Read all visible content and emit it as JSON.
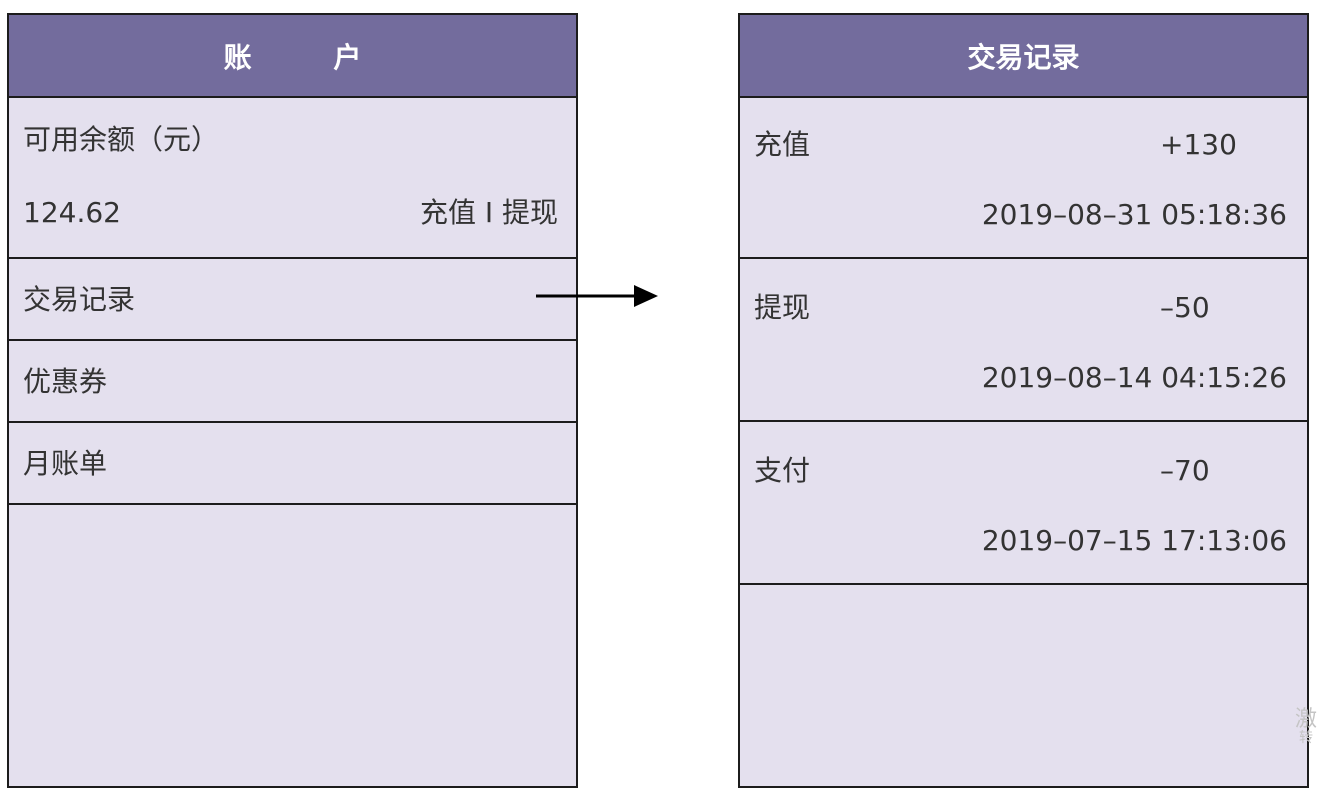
{
  "account": {
    "title": "账 户",
    "balance_label": "可用余额（元）",
    "balance_value": "124.62",
    "actions": "充值 I 提现",
    "menu": [
      {
        "label": "交易记录"
      },
      {
        "label": "优惠券"
      },
      {
        "label": "月账单"
      }
    ]
  },
  "transactions": {
    "title": "交易记录",
    "items": [
      {
        "type": "充值",
        "amount": "+130",
        "time": "2019–08–31 05:18:36"
      },
      {
        "type": "提现",
        "amount": "–50",
        "time": "2019–08–14 04:15:26"
      },
      {
        "type": "支付",
        "amount": "–70",
        "time": "2019–07–15 17:13:06"
      }
    ]
  },
  "watermark": {
    "line1": "激",
    "line2": "转"
  },
  "colors": {
    "header": "#736c9d",
    "panel_bg": "#e4e0ee",
    "border": "#1c1c1c",
    "text": "#333333"
  },
  "icons": {
    "navigation_arrow": "arrow-right-icon"
  }
}
